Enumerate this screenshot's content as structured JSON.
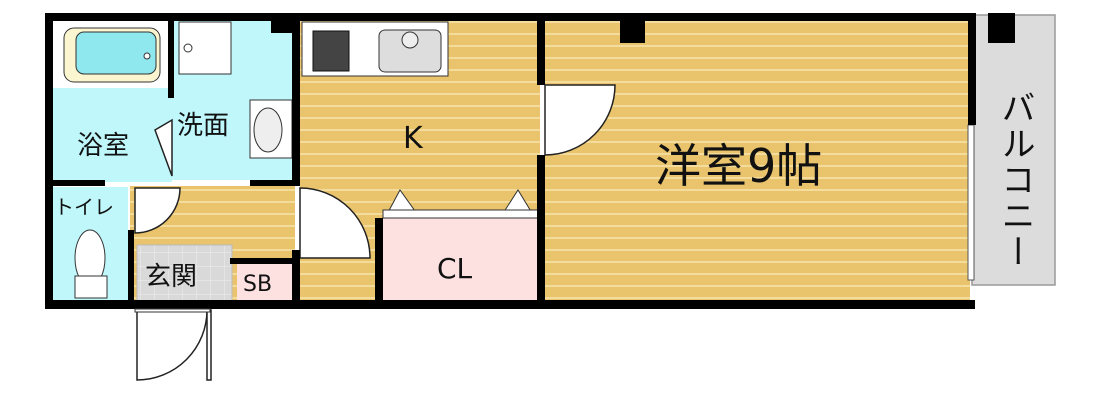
{
  "rooms": {
    "western": "洋室9帖",
    "kitchen": "K",
    "closet": "CL",
    "bath": "浴室",
    "washroom": "洗面",
    "toilet": "トイレ",
    "entrance": "玄関",
    "shoe_box": "SB",
    "balcony": "バルコニー"
  },
  "colors": {
    "floor_wood": "#e9c46c",
    "floor_stripe": "#f4dc9c",
    "wet_area": "#bff7fb",
    "closet": "#fde0e0",
    "entrance": "#d9d9d9",
    "balcony": "#dcdcdc",
    "wall": "#000000"
  }
}
